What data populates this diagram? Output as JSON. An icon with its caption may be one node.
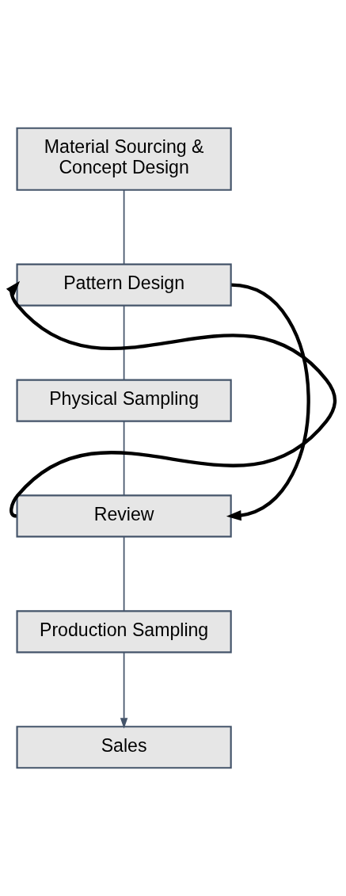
{
  "diagram": {
    "nodes": [
      {
        "text": [
          "Material Sourcing & Concept Design"
        ]
      },
      {
        "text": [
          "Pattern Design"
        ]
      },
      {
        "text": [
          "Physical Sampling"
        ]
      },
      {
        "text": [
          "Review"
        ]
      },
      {
        "text": [
          "Production Sampling"
        ]
      },
      {
        "text": [
          "Sales"
        ]
      }
    ],
    "edges": [
      {
        "from": 0,
        "to": 1,
        "arrow": "none"
      },
      {
        "from": 1,
        "to": 2,
        "arrow": "none"
      },
      {
        "from": 2,
        "to": 3,
        "arrow": "none"
      },
      {
        "from": 3,
        "to": 4,
        "arrow": "none"
      },
      {
        "from": 4,
        "to": 5,
        "arrow": "to"
      },
      {
        "from": 3,
        "to": 1,
        "arrow": "to",
        "style": "thick",
        "color": "#000000"
      },
      {
        "from": 1,
        "to": 3,
        "arrow": "to",
        "style": "thick",
        "color": "#000000"
      }
    ]
  }
}
